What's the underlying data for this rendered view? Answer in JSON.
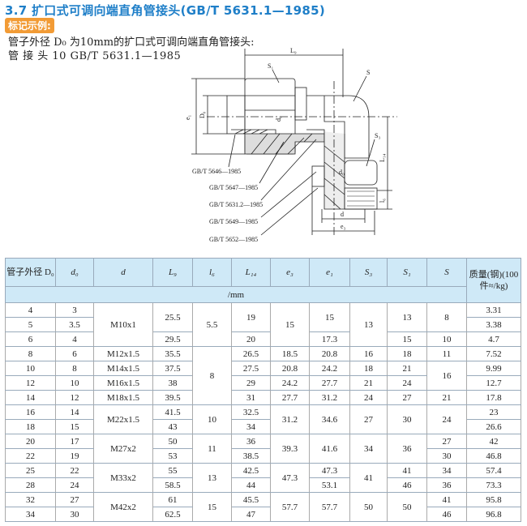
{
  "header": {
    "title": "3.7 扩口式可调向端直角管接头(GB/T 5631.1—1985)",
    "badge": "标记示例:",
    "example_line1": "管子外径 D₀ 为10mm的扩口式可调向端直角管接头:",
    "example_line2": "管 接 头 10  GB/T 5631.1—1985"
  },
  "drawing": {
    "labels": {
      "L9": "L₉",
      "S1": "S₁",
      "S": "S",
      "S3": "S₃",
      "e1": "e₁",
      "D0": "D₀",
      "d0_top": "d₀",
      "d0_bottom": "d₀",
      "L14": "L₁₄",
      "l6": "l₆",
      "d": "d",
      "e3": "e₃"
    },
    "standards": [
      "GB/T 5646—1985",
      "GB/T 5647—1985",
      "GB/T 5631.2—1985",
      "GB/T 5649—1985",
      "GB/T 5652—1985"
    ]
  },
  "table": {
    "headers": [
      "管子外径 D₀",
      "d₀",
      "d",
      "L₉",
      "l₆",
      "L₁₄",
      "e₃",
      "e₁",
      "S₃",
      "S₁",
      "S",
      "质量(钢)(100件≈/kg)"
    ],
    "unit": "/mm",
    "rows": [
      [
        {
          "v": "4"
        },
        {
          "v": "3"
        },
        {
          "v": "M10x1",
          "rs": 3
        },
        {
          "v": "25.5",
          "rs": 2
        },
        {
          "v": "5.5",
          "rs": 3
        },
        {
          "v": "19",
          "rs": 2
        },
        {
          "v": "15",
          "rs": 3
        },
        {
          "v": "15",
          "rs": 2
        },
        {
          "v": "13",
          "rs": 3
        },
        {
          "v": "13",
          "rs": 2
        },
        {
          "v": "8",
          "rs": 2
        },
        {
          "v": "3.31"
        }
      ],
      [
        {
          "v": "5"
        },
        {
          "v": "3.5"
        },
        {
          "v": "3.38"
        }
      ],
      [
        {
          "v": "6"
        },
        {
          "v": "4"
        },
        {
          "v": "29.5"
        },
        {
          "v": "20"
        },
        {
          "v": "17.3"
        },
        {
          "v": "15"
        },
        {
          "v": "10"
        },
        {
          "v": "4.7"
        }
      ],
      [
        {
          "v": "8"
        },
        {
          "v": "6"
        },
        {
          "v": "M12x1.5"
        },
        {
          "v": "35.5"
        },
        {
          "v": "8",
          "rs": 4
        },
        {
          "v": "26.5"
        },
        {
          "v": "18.5"
        },
        {
          "v": "20.8"
        },
        {
          "v": "16"
        },
        {
          "v": "18"
        },
        {
          "v": "11"
        },
        {
          "v": "7.52"
        }
      ],
      [
        {
          "v": "10"
        },
        {
          "v": "8"
        },
        {
          "v": "M14x1.5"
        },
        {
          "v": "37.5"
        },
        {
          "v": "27.5"
        },
        {
          "v": "20.8"
        },
        {
          "v": "24.2"
        },
        {
          "v": "18"
        },
        {
          "v": "21"
        },
        {
          "v": "16",
          "rs": 2
        },
        {
          "v": "9.99"
        }
      ],
      [
        {
          "v": "12"
        },
        {
          "v": "10"
        },
        {
          "v": "M16x1.5"
        },
        {
          "v": "38"
        },
        {
          "v": "29"
        },
        {
          "v": "24.2"
        },
        {
          "v": "27.7"
        },
        {
          "v": "21"
        },
        {
          "v": "24"
        },
        {
          "v": "12.7"
        }
      ],
      [
        {
          "v": "14"
        },
        {
          "v": "12"
        },
        {
          "v": "M18x1.5"
        },
        {
          "v": "39.5"
        },
        {
          "v": "31"
        },
        {
          "v": "27.7"
        },
        {
          "v": "31.2"
        },
        {
          "v": "24"
        },
        {
          "v": "27"
        },
        {
          "v": "21"
        },
        {
          "v": "17.8"
        }
      ],
      [
        {
          "v": "16"
        },
        {
          "v": "14"
        },
        {
          "v": "M22x1.5",
          "rs": 2
        },
        {
          "v": "41.5"
        },
        {
          "v": "10",
          "rs": 2
        },
        {
          "v": "32.5"
        },
        {
          "v": "31.2",
          "rs": 2
        },
        {
          "v": "34.6",
          "rs": 2
        },
        {
          "v": "27",
          "rs": 2
        },
        {
          "v": "30",
          "rs": 2
        },
        {
          "v": "24",
          "rs": 2
        },
        {
          "v": "23"
        }
      ],
      [
        {
          "v": "18"
        },
        {
          "v": "15"
        },
        {
          "v": "43"
        },
        {
          "v": "34"
        },
        {
          "v": "26.6"
        }
      ],
      [
        {
          "v": "20"
        },
        {
          "v": "17"
        },
        {
          "v": "M27x2",
          "rs": 2
        },
        {
          "v": "50"
        },
        {
          "v": "11",
          "rs": 2
        },
        {
          "v": "36"
        },
        {
          "v": "39.3",
          "rs": 2
        },
        {
          "v": "41.6",
          "rs": 2
        },
        {
          "v": "34",
          "rs": 2
        },
        {
          "v": "36",
          "rs": 2
        },
        {
          "v": "27"
        },
        {
          "v": "42"
        }
      ],
      [
        {
          "v": "22"
        },
        {
          "v": "19"
        },
        {
          "v": "53"
        },
        {
          "v": "38.5"
        },
        {
          "v": "30"
        },
        {
          "v": "46.8"
        }
      ],
      [
        {
          "v": "25"
        },
        {
          "v": "22"
        },
        {
          "v": "M33x2",
          "rs": 2
        },
        {
          "v": "55"
        },
        {
          "v": "13",
          "rs": 2
        },
        {
          "v": "42.5"
        },
        {
          "v": "47.3",
          "rs": 2
        },
        {
          "v": "47.3"
        },
        {
          "v": "41",
          "rs": 2
        },
        {
          "v": "41"
        },
        {
          "v": "34"
        },
        {
          "v": "57.4"
        }
      ],
      [
        {
          "v": "28"
        },
        {
          "v": "24"
        },
        {
          "v": "58.5"
        },
        {
          "v": "44"
        },
        {
          "v": "53.1"
        },
        {
          "v": "46"
        },
        {
          "v": "36"
        },
        {
          "v": "73.3"
        }
      ],
      [
        {
          "v": "32"
        },
        {
          "v": "27"
        },
        {
          "v": "M42x2",
          "rs": 2
        },
        {
          "v": "61"
        },
        {
          "v": "15",
          "rs": 2
        },
        {
          "v": "45.5"
        },
        {
          "v": "57.7",
          "rs": 2
        },
        {
          "v": "57.7",
          "rs": 2
        },
        {
          "v": "50",
          "rs": 2
        },
        {
          "v": "50",
          "rs": 2
        },
        {
          "v": "41"
        },
        {
          "v": "95.8"
        }
      ],
      [
        {
          "v": "34"
        },
        {
          "v": "30"
        },
        {
          "v": "62.5"
        },
        {
          "v": "47"
        },
        {
          "v": "46"
        },
        {
          "v": "96.8"
        }
      ]
    ]
  }
}
